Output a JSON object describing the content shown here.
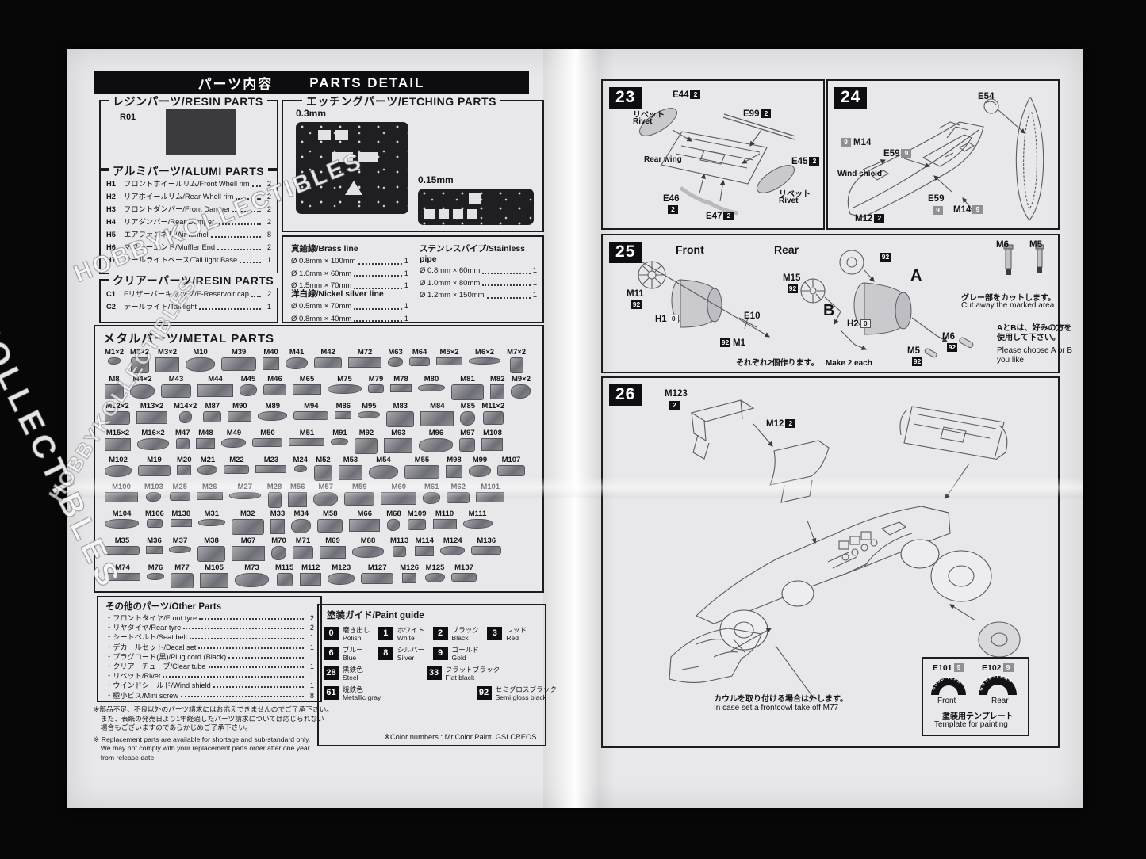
{
  "colors": {
    "paper": "#e8e8ea",
    "ink": "#17171a",
    "bar_black": "#0d0d0f"
  },
  "watermark": {
    "line1": "HOBBYKOLLECTIBLES",
    "line2": "KOLLECTIBLES",
    "line3": "HOBBYKOLLECTIBLES"
  },
  "header": {
    "title_jp": "パーツ内容",
    "title_en": "PARTS DETAIL"
  },
  "resin": {
    "title": "レジンパーツ/RESIN PARTS",
    "part": "R01"
  },
  "etching": {
    "title": "エッチングパーツ/ETCHING PARTS",
    "plate1": "0.3mm",
    "plate2": "0.15mm"
  },
  "alumi": {
    "title": "アルミパーツ/ALUMI PARTS",
    "rows": [
      {
        "code": "H1",
        "name": "フロントホイールリム/Front Whell rim",
        "qty": "2"
      },
      {
        "code": "H2",
        "name": "リアホイールリム/Rear Whell rim",
        "qty": "2"
      },
      {
        "code": "H3",
        "name": "フロントダンパー/Front Damper",
        "qty": "2"
      },
      {
        "code": "H4",
        "name": "リアダンパー/Rear Damper",
        "qty": "2"
      },
      {
        "code": "H5",
        "name": "エアファンネル/Air funnel",
        "qty": "8"
      },
      {
        "code": "H6",
        "name": "マフラーエンド/Muffler End",
        "qty": "2"
      },
      {
        "code": "H7",
        "name": "テールライトベース/Tail light Base",
        "qty": "1"
      }
    ]
  },
  "clear": {
    "title": "クリアーパーツ/RESIN PARTS",
    "rows": [
      {
        "code": "C1",
        "name": "Fリザーバーキャップ/F-Reservoir cap",
        "qty": "2"
      },
      {
        "code": "C2",
        "name": "テールライト/Tail light",
        "qty": "1"
      }
    ]
  },
  "wires": {
    "brass_title": "真鍮線/Brass line",
    "stainless_title": "ステンレスパイプ/Stainless pipe",
    "nickel_title": "洋白線/Nickel silver line",
    "brass": [
      {
        "spec": "Ø 0.8mm × 100mm",
        "qty": "1"
      },
      {
        "spec": "Ø 1.0mm ×  60mm",
        "qty": "1"
      },
      {
        "spec": "Ø 1.5mm ×  70mm",
        "qty": "1"
      }
    ],
    "stainless": [
      {
        "spec": "Ø 0.8mm ×  60mm",
        "qty": "1"
      },
      {
        "spec": "Ø 1.0mm ×  80mm",
        "qty": "1"
      },
      {
        "spec": "Ø 1.2mm × 150mm",
        "qty": "1"
      }
    ],
    "nickel": [
      {
        "spec": "Ø 0.5mm ×  70mm",
        "qty": "1"
      },
      {
        "spec": "Ø 0.8mm ×  40mm",
        "qty": "1"
      }
    ]
  },
  "metal": {
    "title": "メタルパーツ/METAL PARTS",
    "parts": [
      "M1×2",
      "M2×2",
      "M3×2",
      "M10",
      "M39",
      "M40",
      "M41",
      "M42",
      "M72",
      "M63",
      "M64",
      "M5×2",
      "M6×2",
      "M7×2",
      "M8",
      "M4×2",
      "M43",
      "M44",
      "M45",
      "M46",
      "M65",
      "M75",
      "M79",
      "M78",
      "M80",
      "M81",
      "M82",
      "M9×2",
      "M12×2",
      "M13×2",
      "M14×2",
      "M87",
      "M90",
      "M89",
      "M94",
      "M86",
      "M95",
      "M83",
      "M84",
      "M85",
      "M11×2",
      "M15×2",
      "M16×2",
      "M47",
      "M48",
      "M49",
      "M50",
      "M51",
      "M91",
      "M92",
      "M93",
      "M96",
      "M97",
      "M108",
      "M102",
      "M19",
      "M20",
      "M21",
      "M22",
      "M23",
      "M24",
      "M52",
      "M53",
      "M54",
      "M55",
      "M98",
      "M99",
      "M107",
      "M100",
      "M103",
      "M25",
      "M26",
      "M27",
      "M28",
      "M56",
      "M57",
      "M59",
      "M60",
      "M61",
      "M62",
      "M101",
      "M104",
      "M106",
      "M138",
      "M31",
      "M32",
      "M33",
      "M34",
      "M58",
      "M66",
      "M68",
      "M109",
      "M110",
      "M111",
      "M35",
      "M36",
      "M37",
      "M38",
      "M67",
      "M70",
      "M71",
      "M69",
      "M88",
      "M113",
      "M114",
      "M124",
      "M136",
      "M74",
      "M76",
      "M77",
      "M105",
      "M73",
      "M115",
      "M112",
      "M123",
      "M127",
      "M126",
      "M125",
      "M137"
    ]
  },
  "other": {
    "title": "その他のパーツ/Other Parts",
    "bullet": "・",
    "rows": [
      {
        "name": "フロントタイヤ/Front tyre",
        "qty": "2"
      },
      {
        "name": "リヤタイヤ/Rear tyre",
        "qty": "2"
      },
      {
        "name": "シートベルト/Seat belt",
        "qty": "1"
      },
      {
        "name": "デカールセット/Decal set",
        "qty": "1"
      },
      {
        "name": "プラグコード(黒)/Plug cord (Black)",
        "qty": "1"
      },
      {
        "name": "クリアーチューブ/Clear tube",
        "qty": "1"
      },
      {
        "name": "リベット/Rivet",
        "qty": "1"
      },
      {
        "name": "ウインドシールド/Wind shield",
        "qty": "1"
      },
      {
        "name": "極小ビス/Mini screw",
        "qty": "8"
      }
    ]
  },
  "footnote": {
    "jp1": "※部品不足、不良以外のパーツ請求にはお応えできませんのでご了承下さい。",
    "jp2": "　また、表紙の発売日より1年経過したパーツ請求については応じられない",
    "jp3": "　場合もございますのであらかじめご了承下さい。",
    "en1": "※ Replacement parts are available for shortage and sub-standard only.",
    "en2": "　We may not comply with your replacement parts order after one year",
    "en3": "　from release date."
  },
  "paint": {
    "title": "塗装ガイド/Paint guide",
    "note": "※Color numbers : Mr.Color Paint. GSI CREOS.",
    "chips": [
      {
        "num": "0",
        "jp": "磨き出し",
        "en": "Polish"
      },
      {
        "num": "1",
        "jp": "ホワイト",
        "en": "White"
      },
      {
        "num": "2",
        "jp": "ブラック",
        "en": "Black"
      },
      {
        "num": "3",
        "jp": "レッド",
        "en": "Red"
      },
      {
        "num": "6",
        "jp": "ブルー",
        "en": "Blue"
      },
      {
        "num": "8",
        "jp": "シルバー",
        "en": "Silver"
      },
      {
        "num": "9",
        "jp": "ゴールド",
        "en": "Gold"
      },
      {
        "num": "28",
        "jp": "黒鉄色",
        "en": "Steel"
      },
      {
        "num": "33",
        "jp": "フラットブラック",
        "en": "Flat black"
      },
      {
        "num": "61",
        "jp": "焼鉄色",
        "en": "Metallic gray"
      },
      {
        "num": "92",
        "jp": "セミグロスブラック",
        "en": "Semi gloss black"
      }
    ]
  },
  "step23": {
    "num": "23",
    "rivet_jp": "リベット",
    "rivet_en": "Rivet",
    "e44": "E44",
    "e99": "E99",
    "rear_wing": "Rear wing",
    "e45": "E45",
    "e46": "E46",
    "e47": "E47",
    "badge2": "2"
  },
  "step24": {
    "num": "24",
    "e54": "E54",
    "m14": "M14",
    "e59": "E59",
    "wind_shield": "Wind shieid",
    "m12": "M12",
    "badge9": "9",
    "badge2": "2"
  },
  "step25": {
    "num": "25",
    "front": "Front",
    "rear": "Rear",
    "m11": "M11",
    "h1": "H1",
    "e10": "E10",
    "m1": "M1",
    "m15": "M15",
    "h2": "H2",
    "a": "A",
    "b": "B",
    "m5": "M5",
    "m6": "M6",
    "cut_jp": "グレー部をカットします。",
    "cut_en": "Cut away the marked area",
    "choose_jp1": "AとBは、好みの方を",
    "choose_jp2": "使用して下さい。",
    "choose_en1": "Please choose A or B",
    "choose_en2": "you like",
    "make_jp": "それぞれ2個作ります。",
    "make_en": "Make 2 each",
    "badge92": "92",
    "badge0": "0"
  },
  "step26": {
    "num": "26",
    "m123": "M123",
    "m12": "M12",
    "badge2": "2",
    "cowl_jp": "カウルを取り付ける場合は外します。",
    "cowl_en": "In case set a frontcowl take off M77",
    "template": {
      "e101": "E101",
      "e102": "E102",
      "badge9": "9",
      "front": "Front",
      "rear": "Rear",
      "tire_brand": "GOOD-YEAR",
      "title_jp": "塗装用テンプレート",
      "title_en": "Template for painting"
    }
  }
}
